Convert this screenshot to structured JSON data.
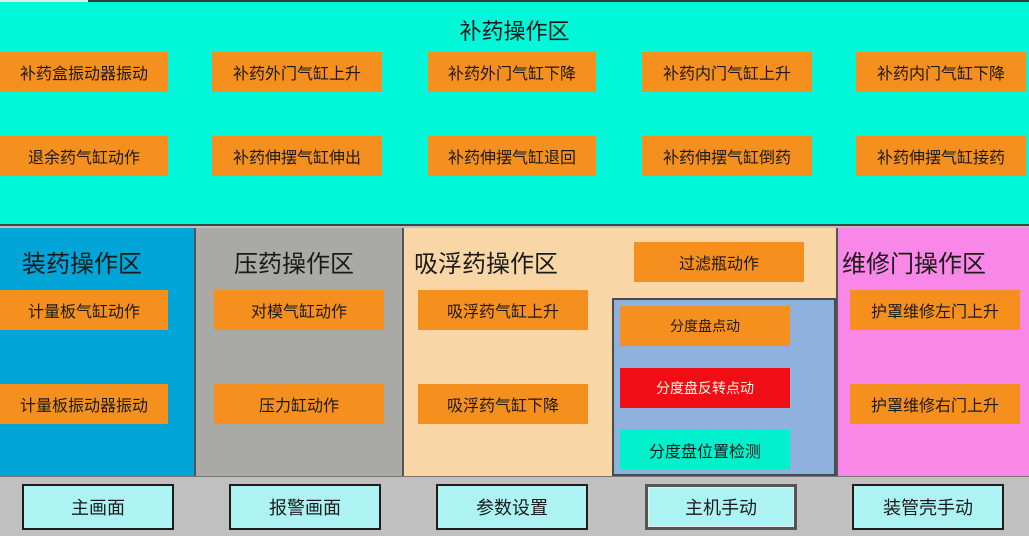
{
  "refill_zone": {
    "title": "补药操作区",
    "buttons": [
      "补药盒振动器振动",
      "补药外门气缸上升",
      "补药外门气缸下降",
      "补药内门气缸上升",
      "补药内门气缸下降",
      "退余药气缸动作",
      "补药伸摆气缸伸出",
      "补药伸摆气缸退回",
      "补药伸摆气缸倒药",
      "补药伸摆气缸接药"
    ]
  },
  "load_zone": {
    "title": "装药操作区",
    "buttons": [
      "计量板气缸动作",
      "计量板振动器振动"
    ]
  },
  "press_zone": {
    "title": "压药操作区",
    "buttons": [
      "对模气缸动作",
      "压力缸动作"
    ]
  },
  "suction_zone": {
    "title": "吸浮药操作区",
    "buttons": [
      "吸浮药气缸上升",
      "吸浮药气缸下降"
    ],
    "filter_button": "过滤瓶动作",
    "indexer_buttons": [
      "分度盘点动",
      "分度盘反转点动",
      "分度盘位置检测"
    ]
  },
  "door_zone": {
    "title": "维修门操作区",
    "buttons": [
      "护罩维修左门上升",
      "护罩维修右门上升"
    ]
  },
  "nav": [
    "主画面",
    "报警画面",
    "参数设置",
    "主机手动",
    "装管壳手动"
  ],
  "colors": {
    "refill_bg": "#00f8d9",
    "load_bg": "#00a4d6",
    "press_bg": "#a9aaa6",
    "suction_bg": "#f9d6a6",
    "indexer_bg": "#8eb1de",
    "door_bg": "#f987e7",
    "button_orange": "#f5901e",
    "button_red": "#f10d16",
    "button_teal": "#00f0cc"
  }
}
